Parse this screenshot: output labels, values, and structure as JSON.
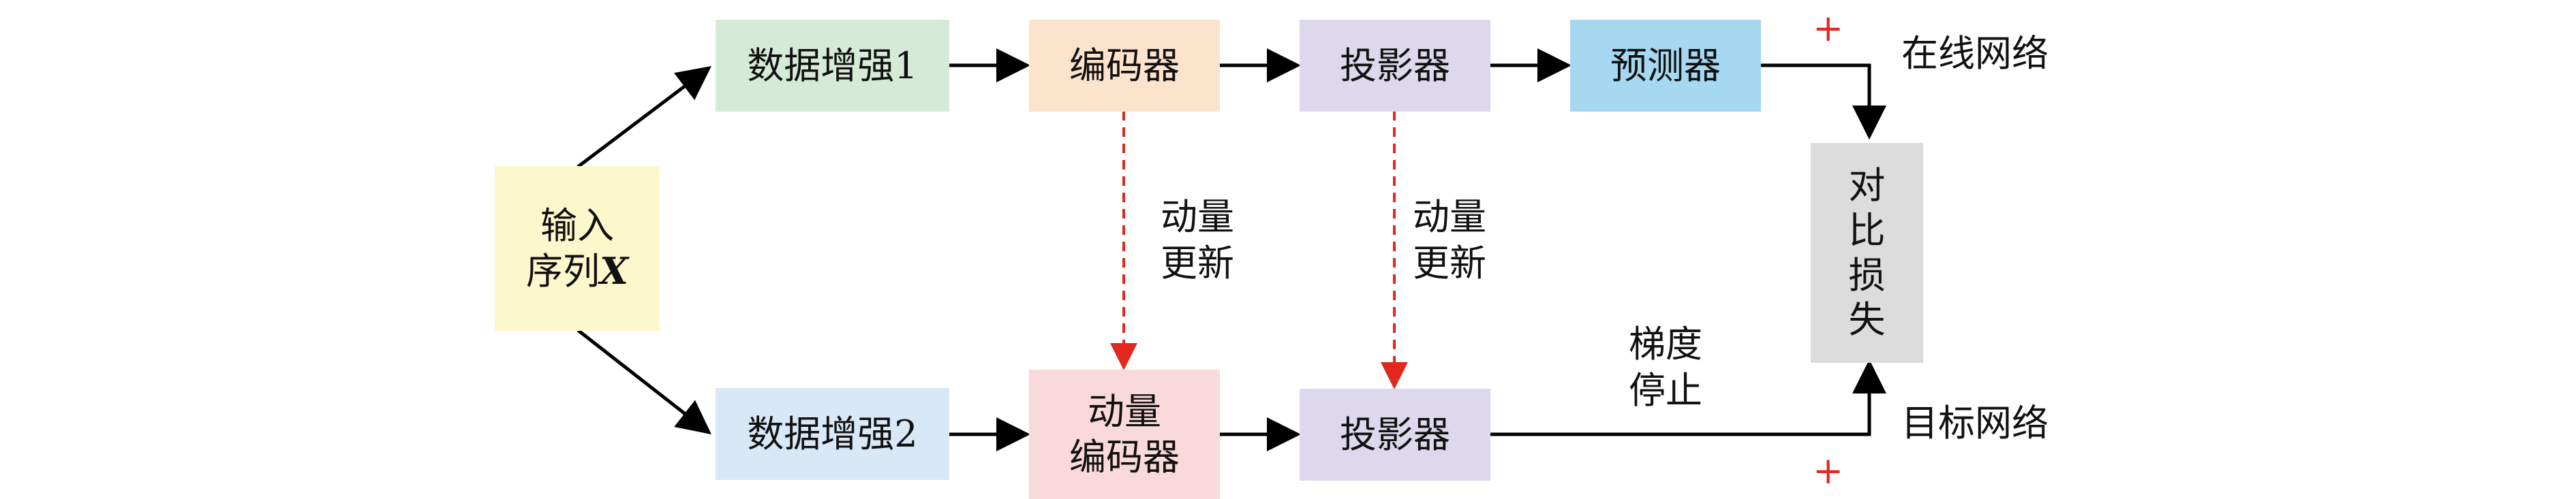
{
  "nodes": {
    "input": {
      "line1": "输入",
      "line2_prefix": "序列",
      "var": "X",
      "color": "#fdf8cb"
    },
    "aug1": {
      "label": "数据增强1",
      "color": "#d5ebd8"
    },
    "aug2": {
      "label": "数据增强2",
      "color": "#d8e8f7"
    },
    "encoder": {
      "label": "编码器",
      "color": "#fbe3cc"
    },
    "momentum_encoder": {
      "line1": "动量",
      "line2": "编码器",
      "color": "#f9d9dc"
    },
    "projector_online": {
      "label": "投影器",
      "color": "#ddd8ec"
    },
    "projector_target": {
      "label": "投影器",
      "color": "#ddd8ec"
    },
    "predictor": {
      "label": "预测器",
      "color": "#a7d8f1"
    },
    "contrastive_loss": {
      "chars": [
        "对",
        "比",
        "损",
        "失"
      ],
      "color": "#dcdcdc"
    }
  },
  "labels": {
    "momentum_update_1": {
      "line1": "动量",
      "line2": "更新"
    },
    "momentum_update_2": {
      "line1": "动量",
      "line2": "更新"
    },
    "stop_gradient": {
      "line1": "梯度",
      "line2": "停止"
    },
    "online_network": "在线网络",
    "target_network": "目标网络",
    "plus_top": "+",
    "plus_bottom": "+"
  },
  "colors": {
    "arrow": "#000000",
    "dashed_arrow": "#e0281e"
  }
}
